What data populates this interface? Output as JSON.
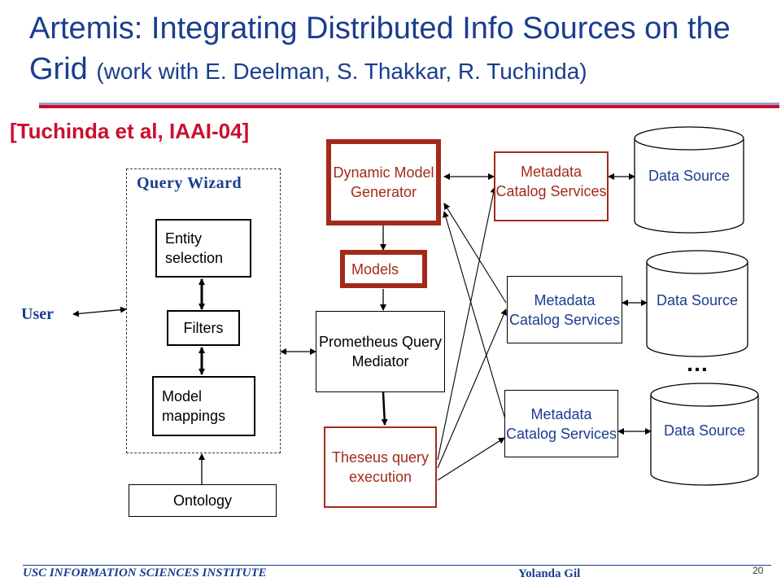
{
  "title": {
    "main": "Artemis: Integrating Distributed Info Sources on the Grid",
    "sub": "(work with E. Deelman, S. Thakkar, R. Tuchinda)"
  },
  "citation": "[Tuchinda et al, IAAI-04]",
  "query_wizard": {
    "label": "Query Wizard",
    "entity_selection": "Entity selection",
    "filters": "Filters",
    "model_mappings": "Model mappings"
  },
  "user": "User",
  "ontology": "Ontology",
  "dynamic_model_generator": "Dynamic Model Generator",
  "models": "Models",
  "prometheus": "Prometheus Query Mediator",
  "theseus": "Theseus query execution",
  "metadata_catalog": [
    "Metadata Catalog Services",
    "Metadata Catalog Services",
    "Metadata Catalog Services"
  ],
  "data_source": [
    "Data Source",
    "Data Source",
    "Data Source"
  ],
  "ellipsis": "…",
  "footer": {
    "institute": "USC INFORMATION SCIENCES INSTITUTE",
    "author": "Yolanda Gil",
    "page": "20"
  },
  "colors": {
    "title_blue": "#1a3d8f",
    "accent_red": "#c8102e",
    "box_red": "#a32a1a"
  }
}
